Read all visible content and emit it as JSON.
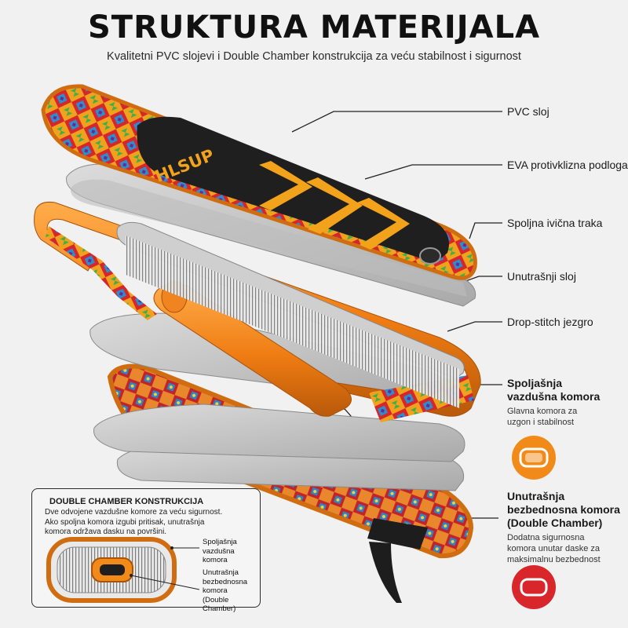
{
  "title": "STRUKTURA MATERIJALA",
  "subtitle": "Kvalitetni PVC slojevi i Double Chamber konstrukcija za veću stabilnost i sigurnost",
  "brand_logo": "HLSUP",
  "colors": {
    "orange": "#f28a1a",
    "dark_orange": "#c9650a",
    "gray": "#cfcfcf",
    "dark": "#222222",
    "red": "#d8262b"
  },
  "layers": [
    {
      "label": "PVC sloj"
    },
    {
      "label": "EVA protivklizna podloga"
    },
    {
      "label": "Spoljna ivična traka"
    },
    {
      "label": "Unutrašnji sloj"
    },
    {
      "label": "Drop-stitch jezgro"
    },
    {
      "label_line1": "Spoljašnja",
      "label_line2": "vazdušna komora",
      "description": "Glavna komora za uzgon i stabilnost",
      "icon": "outer-chamber-icon"
    },
    {
      "label_line1": "Unutrašnja",
      "label_line2": "bezbednosna komora",
      "label_line3": "(Double Chamber)",
      "description": "Dodatna sigurnosna komora unutar daske za maksimalnu bezbednost",
      "icon": "inner-chamber-icon"
    }
  ],
  "inset": {
    "title": "DOUBLE CHAMBER KONSTRUKCIJA",
    "line1": "Dve odvojene vazdušne komore za veću sigurnost.",
    "line2": "Ako spoljna komora izgubi pritisak, unutrašnja",
    "line3": "komora održava dasku na površini.",
    "outer_line1": "Spoljašnja",
    "outer_line2": "vazdušna komora",
    "inner_line1": "Unutrašnja",
    "inner_line2": "bezbednosna komora",
    "inner_line3": "(Double Chamber)"
  }
}
